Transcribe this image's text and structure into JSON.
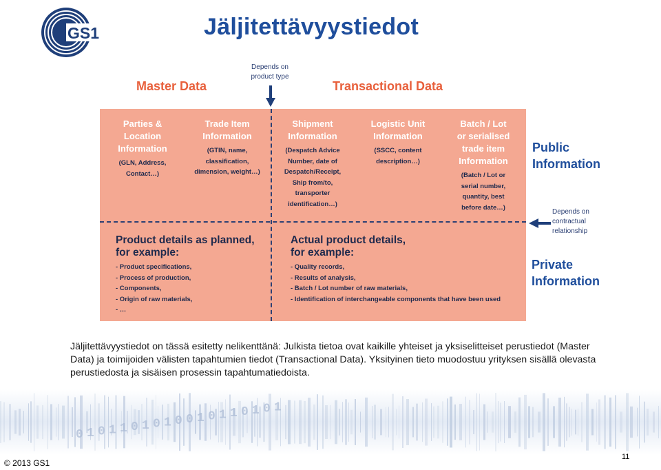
{
  "logo_text": "GS1",
  "title": "Jäljitettävyystiedot",
  "headers": {
    "master": "Master Data",
    "transactional": "Transactional Data"
  },
  "depends_product": [
    "Depends on",
    "product type"
  ],
  "depends_contract": [
    "Depends on",
    "contractual",
    "relationship"
  ],
  "side_labels": {
    "public": [
      "Public",
      "Information"
    ],
    "private": [
      "Private",
      "Information"
    ]
  },
  "columns": [
    {
      "title": [
        "Parties &",
        "Location",
        "Information"
      ],
      "desc": [
        "(GLN, Address,",
        "Contact…)"
      ]
    },
    {
      "title": [
        "Trade Item",
        "Information"
      ],
      "desc": [
        "(GTIN, name,",
        "classification,",
        "dimension, weight…)"
      ]
    },
    {
      "title": [
        "Shipment",
        "Information"
      ],
      "desc": [
        "(Despatch Advice",
        "Number, date of",
        "Despatch/Receipt,",
        "Ship from/to,",
        "transporter",
        "identification…)"
      ]
    },
    {
      "title": [
        "Logistic Unit",
        "Information"
      ],
      "desc": [
        "(SSCC, content",
        "description…)"
      ]
    },
    {
      "title": [
        "Batch / Lot",
        "or serialised",
        "trade item",
        "Information"
      ],
      "desc": [
        "(Batch / Lot or",
        "serial number,",
        "quantity, best",
        "before date…)"
      ]
    }
  ],
  "private_left": {
    "title": [
      "Product details as planned,",
      "for example:"
    ],
    "items": [
      "- Product specifications,",
      "- Process of production,",
      "- Components,",
      "- Origin of raw materials,",
      "- …"
    ]
  },
  "private_right": {
    "title": [
      "Actual product details,",
      "for example:"
    ],
    "items": [
      "- Quality records,",
      "- Results of analysis,",
      "- Batch / Lot number of raw materials,",
      "- Identification of interchangeable components that have been used"
    ]
  },
  "description": "Jäljitettävyystiedot on tässä esitetty nelikenttänä: Julkista tietoa ovat kaikille yhteiset ja yksiselitteiset perustiedot (Master Data) ja toimijoiden välisten tapahtumien tiedot (Transactional Data). Yksityinen tieto muodostuu yrityksen sisällä olevasta perustiedosta ja sisäisen prosessin tapahtumatiedoista.",
  "footer": {
    "copyright": "© 2013 GS1",
    "page_number": "11"
  },
  "colors": {
    "panel": "#f4a892",
    "accent_orange": "#e8603c",
    "navy": "#1f4e9c"
  }
}
